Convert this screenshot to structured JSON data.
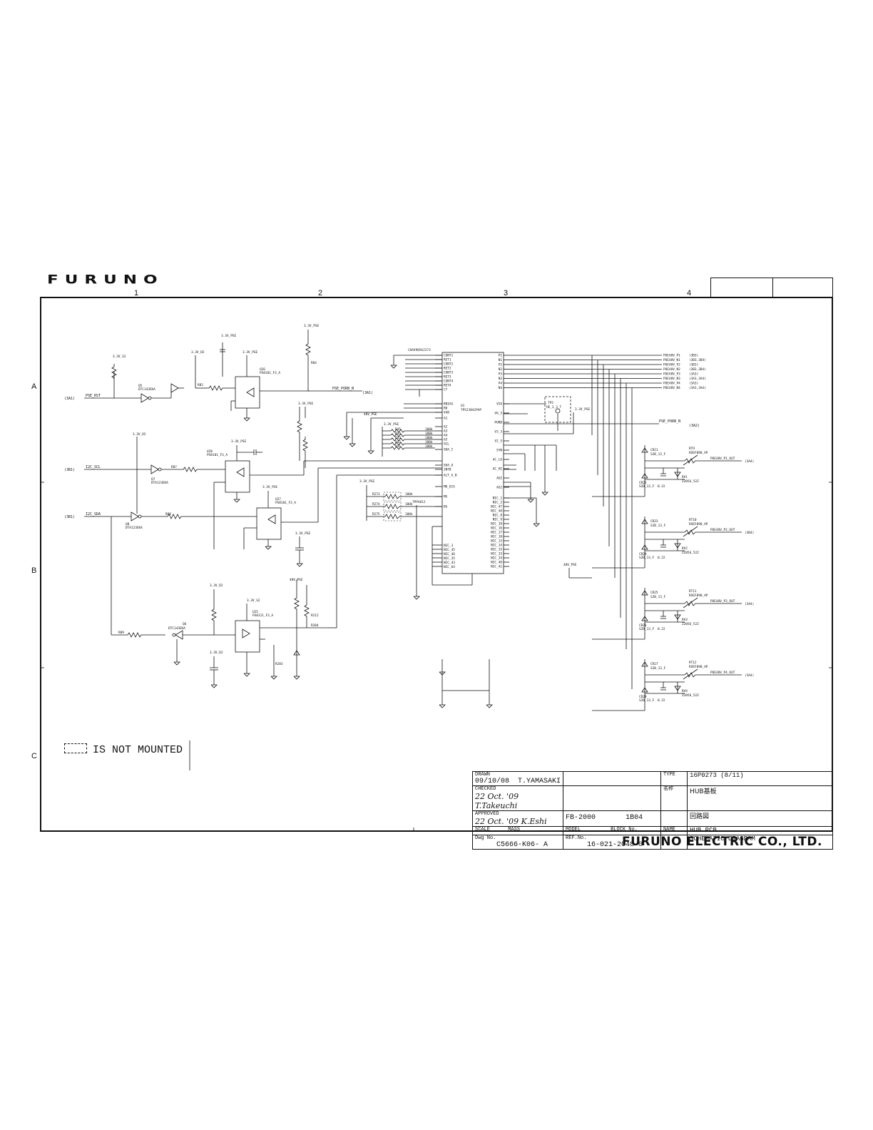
{
  "brand": {
    "logo": "FURUNO",
    "company": "FURUNO ELECTRIC CO., LTD."
  },
  "grid": {
    "columns": [
      "1",
      "2",
      "3",
      "4"
    ],
    "rows": [
      "A",
      "B",
      "C"
    ]
  },
  "legend": {
    "text": "IS NOT MOUNTED"
  },
  "schematic": {
    "power": {
      "v33_pse": "3.3V_PSE",
      "v33_d2": "3.3V_D2",
      "v33_s2": "3.3V_S2",
      "v48_pse": "48V_PSE"
    },
    "input_nets": [
      {
        "ref": "(3A1)",
        "net": "PSE_RST"
      },
      {
        "ref": "(3B1)",
        "net": "I2C_SCL"
      },
      {
        "ref": "(3B1)",
        "net": "I2C_SDA"
      }
    ],
    "input_transistors": [
      {
        "ref": "Q5",
        "part": "DTC143EKA"
      },
      {
        "ref": "Q7",
        "part": "DTA123EKA"
      },
      {
        "ref": "Q8",
        "part": "DTA123EKA"
      },
      {
        "ref": "Q6",
        "part": "DTC143EKA"
      }
    ],
    "isolators": [
      {
        "ref": "U26",
        "part": "PS8101_F3_A"
      },
      {
        "ref": "U28",
        "part": "PS8101_F3_A"
      },
      {
        "ref": "U27",
        "part": "PS8101_F3_A"
      },
      {
        "ref": "U25",
        "part": "PS8121_F3_A"
      }
    ],
    "resistors_misc": [
      "R82",
      "R87",
      "R88",
      "R89",
      "R84",
      "R283",
      "R284",
      "R212"
    ],
    "porb_net": {
      "net": "PSE_PORB_N",
      "ref": "(3A1)"
    },
    "porb_net_out": {
      "net": "PSE_PORB_N",
      "ref": "(3A2)"
    },
    "controller": {
      "ref": "U1",
      "part": "TPS23841PAP",
      "left_pins": [
        "CONT1",
        "RET1",
        "CONT2",
        "RET2",
        "CONT3",
        "RET3",
        "CONT4",
        "RET4",
        "CT",
        "RBIAS",
        "R0",
        "V48",
        "A1",
        "A2",
        "A3",
        "A4",
        "A5",
        "SCL",
        "SDA_I",
        "SDA_O",
        "INTB",
        "ALT_A_B",
        "MD_DIS",
        "MS",
        "DG"
      ],
      "right_pins": [
        "P1",
        "N1",
        "P2",
        "N2",
        "P3",
        "N3",
        "P4",
        "N4",
        "VIO",
        "V6_3",
        "PORB",
        "V3_3",
        "V2_5",
        "SYN",
        "AC_LO",
        "AC_HI",
        "AGI",
        "AG2",
        "NIC_1",
        "NIC_2",
        "NIC_47",
        "NIC_48",
        "NIC_8",
        "NIC_9",
        "NIC_10",
        "NIC_16",
        "NIC_17",
        "NIC_18",
        "NIC_13",
        "NIC_14",
        "NIC_15",
        "NIC_33",
        "NIC_34",
        "NIC_40",
        "NIC_41"
      ],
      "bottom_left_pins": [
        "NIC_3",
        "NIC_45",
        "NIC_46",
        "NIC_35",
        "NIC_43",
        "NIC_64"
      ]
    },
    "chip_caption": "CHAV9056J273",
    "addr_resistors": [
      "R45",
      "R44",
      "R43",
      "R42",
      "R41"
    ],
    "addr_values": [
      "180k",
      "180k",
      "180k",
      "180k",
      "180k"
    ],
    "mode_resistors": [
      "R273",
      "R274",
      "R275"
    ],
    "mode_values": [
      "100k",
      "100k",
      "100k"
    ],
    "testpoint": {
      "ref": "TP2",
      "net": "HE_3_3_T"
    },
    "testpoint_pad": "TPP4012",
    "port_outputs": [
      {
        "rt": "RT9",
        "part": "RXEF090_AP",
        "net": "POE48V_P1_OUT",
        "ref": "(3A4)",
        "rv": "RV1",
        "rv_part": "Z2056_52Z"
      },
      {
        "rt": "RT10",
        "part": "RXEF090_AP",
        "net": "POE48V_P2_OUT",
        "ref": "(3B4)",
        "rv": "RV2",
        "rv_part": "Z2056_52Z"
      },
      {
        "rt": "RT11",
        "part": "RXEF090_AP",
        "net": "POE48V_P3_OUT",
        "ref": "(3A4)",
        "rv": "RV3",
        "rv_part": "Z2056_52Z"
      },
      {
        "rt": "RT12",
        "part": "RXEF090_AP",
        "net": "POE48V_P4_OUT",
        "ref": "(3A4)",
        "rv": "RV4",
        "rv_part": "Z2056_52Z"
      }
    ],
    "port_diodes": [
      "CR21",
      "CR22",
      "CR23",
      "CR24",
      "CR25",
      "CR26",
      "CR27",
      "CR28"
    ],
    "diode_part": "S2B_13_F",
    "cap_value": "0.22",
    "port_nets": [
      {
        "net": "POE48V_P1",
        "ref": "(3B3)"
      },
      {
        "net": "POE48V_N1",
        "ref": "(3B3,3B4)"
      },
      {
        "net": "POE48V_P2",
        "ref": "(3B3)"
      },
      {
        "net": "POE48V_N2",
        "ref": "(3B3,3B4)"
      },
      {
        "net": "POE48V_P3",
        "ref": "(3A3)"
      },
      {
        "net": "POE48V_N3",
        "ref": "(3A3,3A4)"
      },
      {
        "net": "POE48V_P4",
        "ref": "(3A3)"
      },
      {
        "net": "POE48V_N4",
        "ref": "(3A3,3A4)"
      }
    ]
  },
  "title_block": {
    "drawn_label": "DRAWN",
    "drawn_date": "09/10/08",
    "drawn_by": "T.YAMASAKI",
    "checked_label": "CHECKED",
    "checked_sig": "22 Oct. '09 T.Takeuchi",
    "approved_label": "APPROVED",
    "approved_sig": "22 Oct. '09 K.Eshi",
    "scale_label": "SCALE",
    "mass_label": "MASS",
    "model_label": "MODEL",
    "model": "FB-2000",
    "block_label": "BLOCK No.",
    "block": "1B04",
    "dwg_label": "Dwg No.",
    "dwg": "C5666-K06- A",
    "ref_label": "REF.No.",
    "ref": "16-021-2048-0",
    "type_label": "TYPE",
    "type": "16P0273 (8/11)",
    "jp_name_label": "名称",
    "jp_name": "HUB基板",
    "jp_kind": "回路図",
    "name_label": "NAME",
    "name": "HUB PCB",
    "kind": "SCHEMATIC DIAGRAM"
  }
}
